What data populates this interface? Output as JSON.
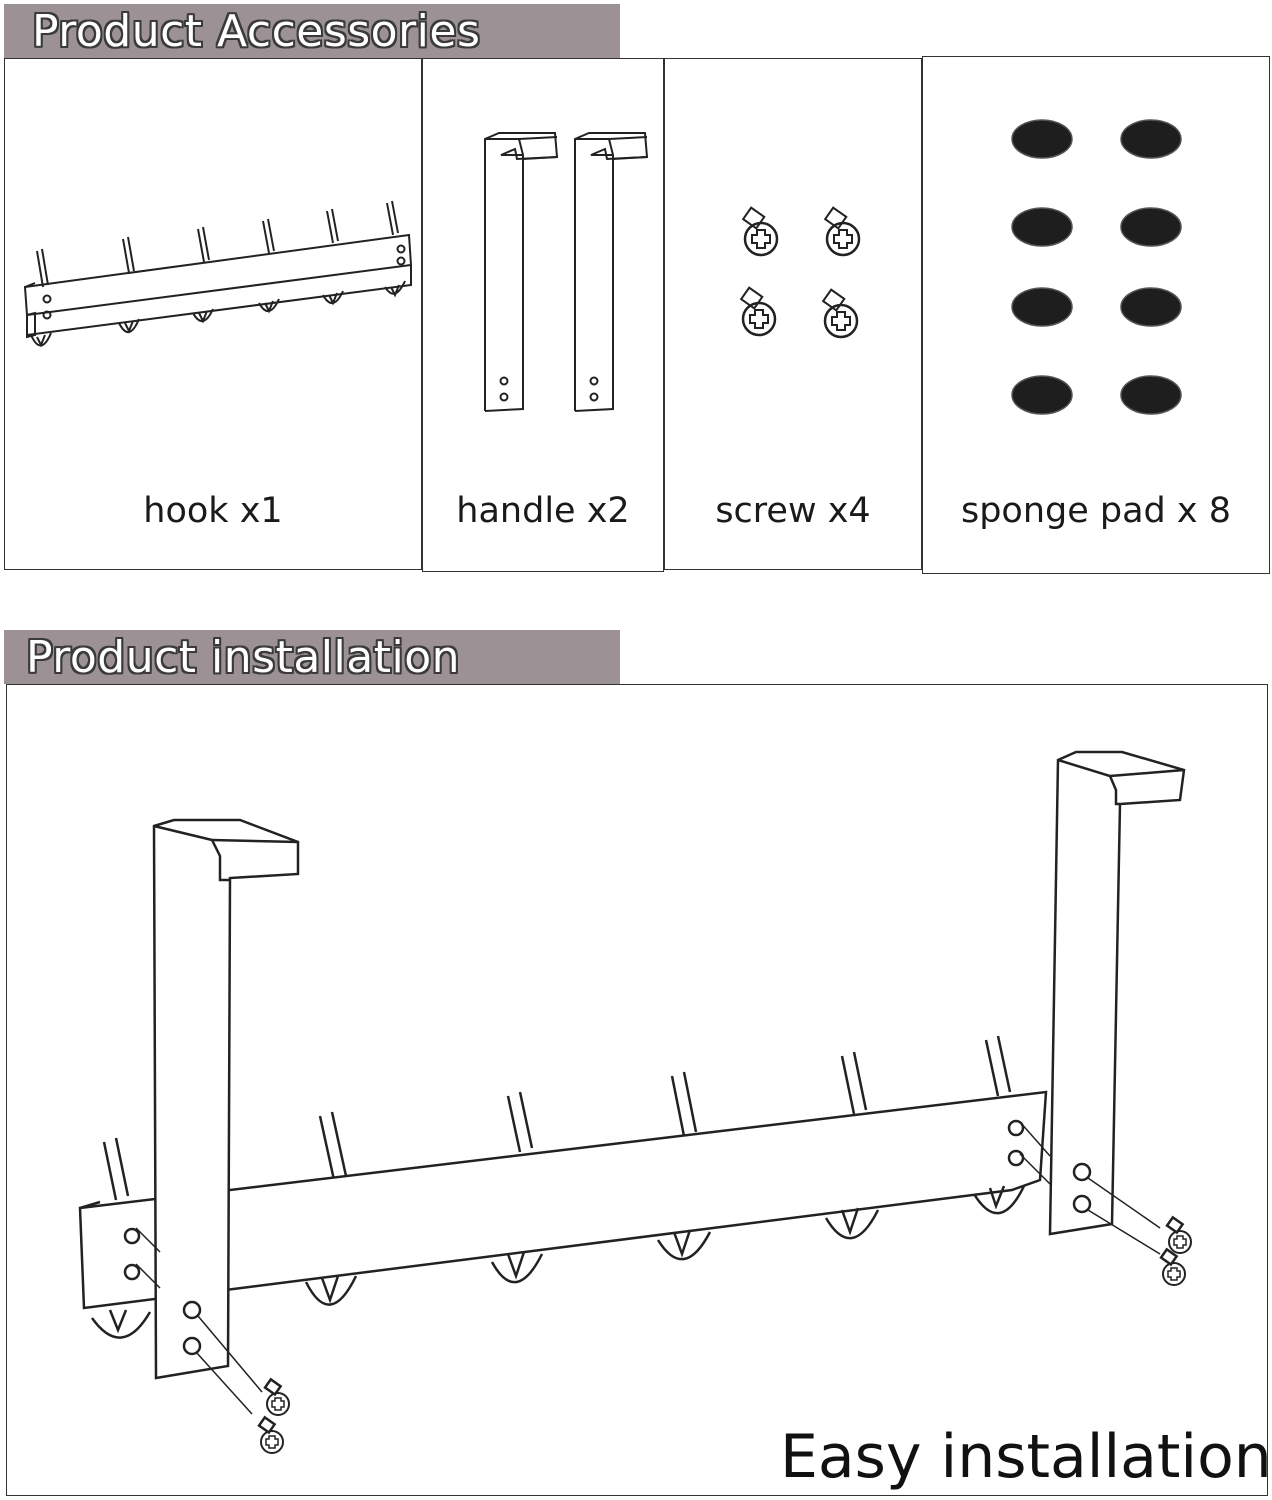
{
  "sections": {
    "accessories_title": "Product Accessories",
    "installation_title": "Product installation"
  },
  "accessories": [
    {
      "label": "hook x1",
      "icon": "hook-rail-icon"
    },
    {
      "label": "handle x2",
      "icon": "door-handle-icon"
    },
    {
      "label": "screw x4",
      "icon": "screw-icon"
    },
    {
      "label": "sponge pad x 8",
      "icon": "sponge-pad-icon"
    }
  ],
  "installation": {
    "caption": "Easy installation"
  },
  "colors": {
    "banner": "#9c9194",
    "line": "#222222",
    "pad": "#1e1e1e"
  }
}
